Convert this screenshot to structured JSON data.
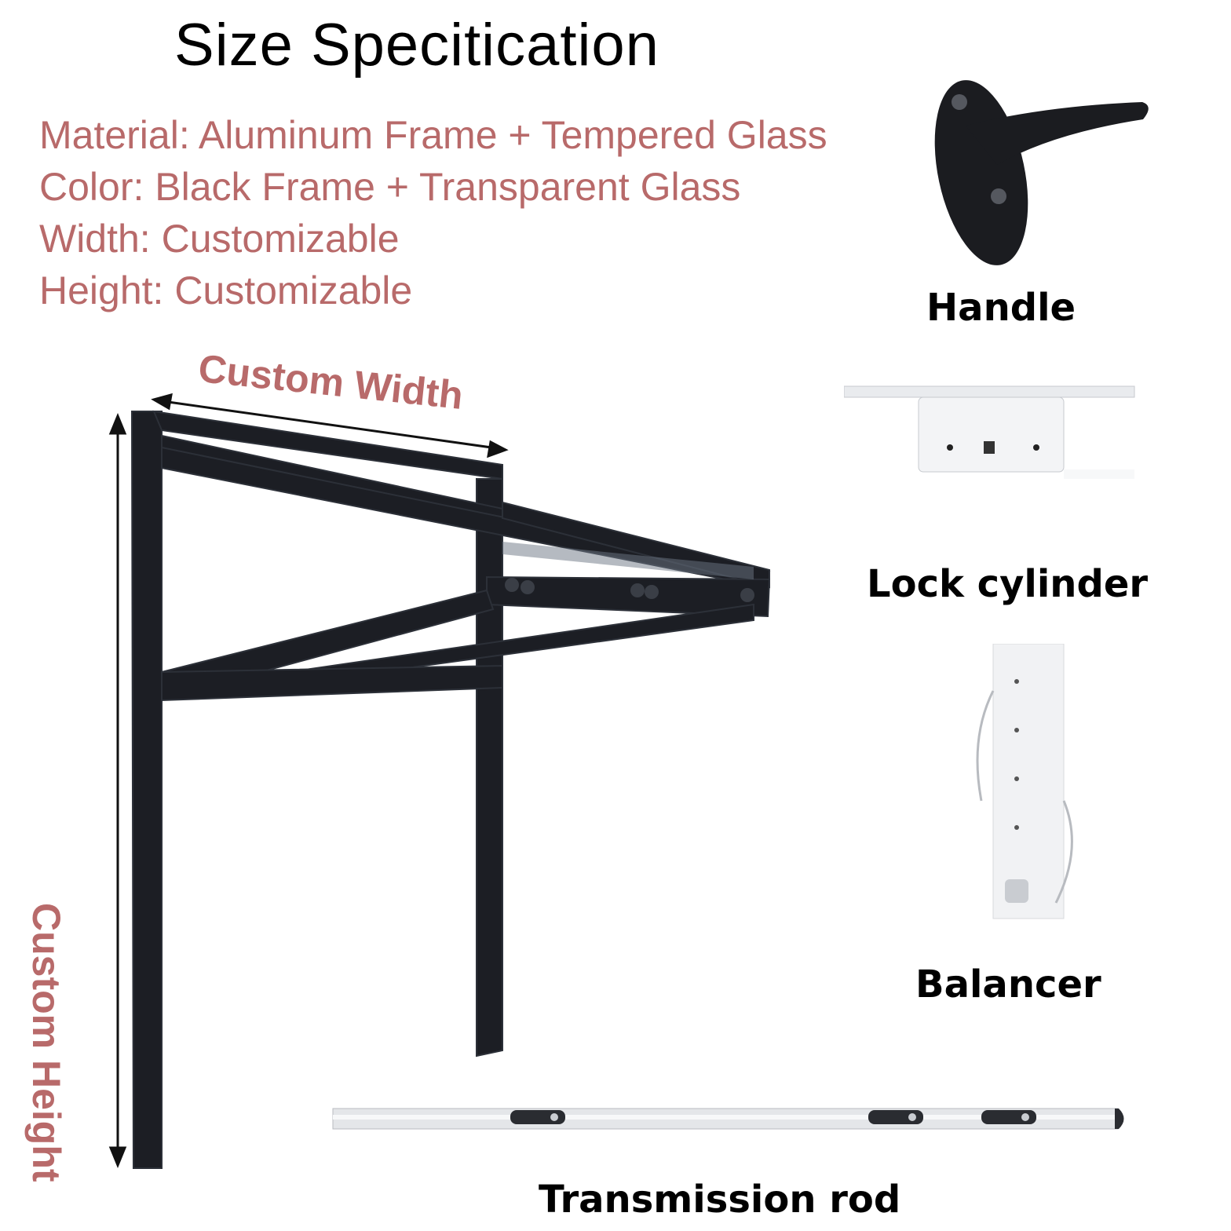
{
  "title": "Size Specitication",
  "specs": {
    "material": "Material: Aluminum Frame + Tempered Glass",
    "color": "Color: Black Frame + Transparent Glass",
    "width": "Width: Customizable",
    "height": "Height: Customizable"
  },
  "dimensions": {
    "width_label": "Custom Width",
    "height_label": "Custom Height"
  },
  "parts": {
    "handle": "Handle",
    "lock_cylinder": "Lock cylinder",
    "balancer": "Balancer",
    "transmission_rod": "Transmission rod"
  },
  "colors": {
    "accent_text": "#b86a6a",
    "frame": "#1c1e24",
    "hardware": "#e9ebee"
  }
}
